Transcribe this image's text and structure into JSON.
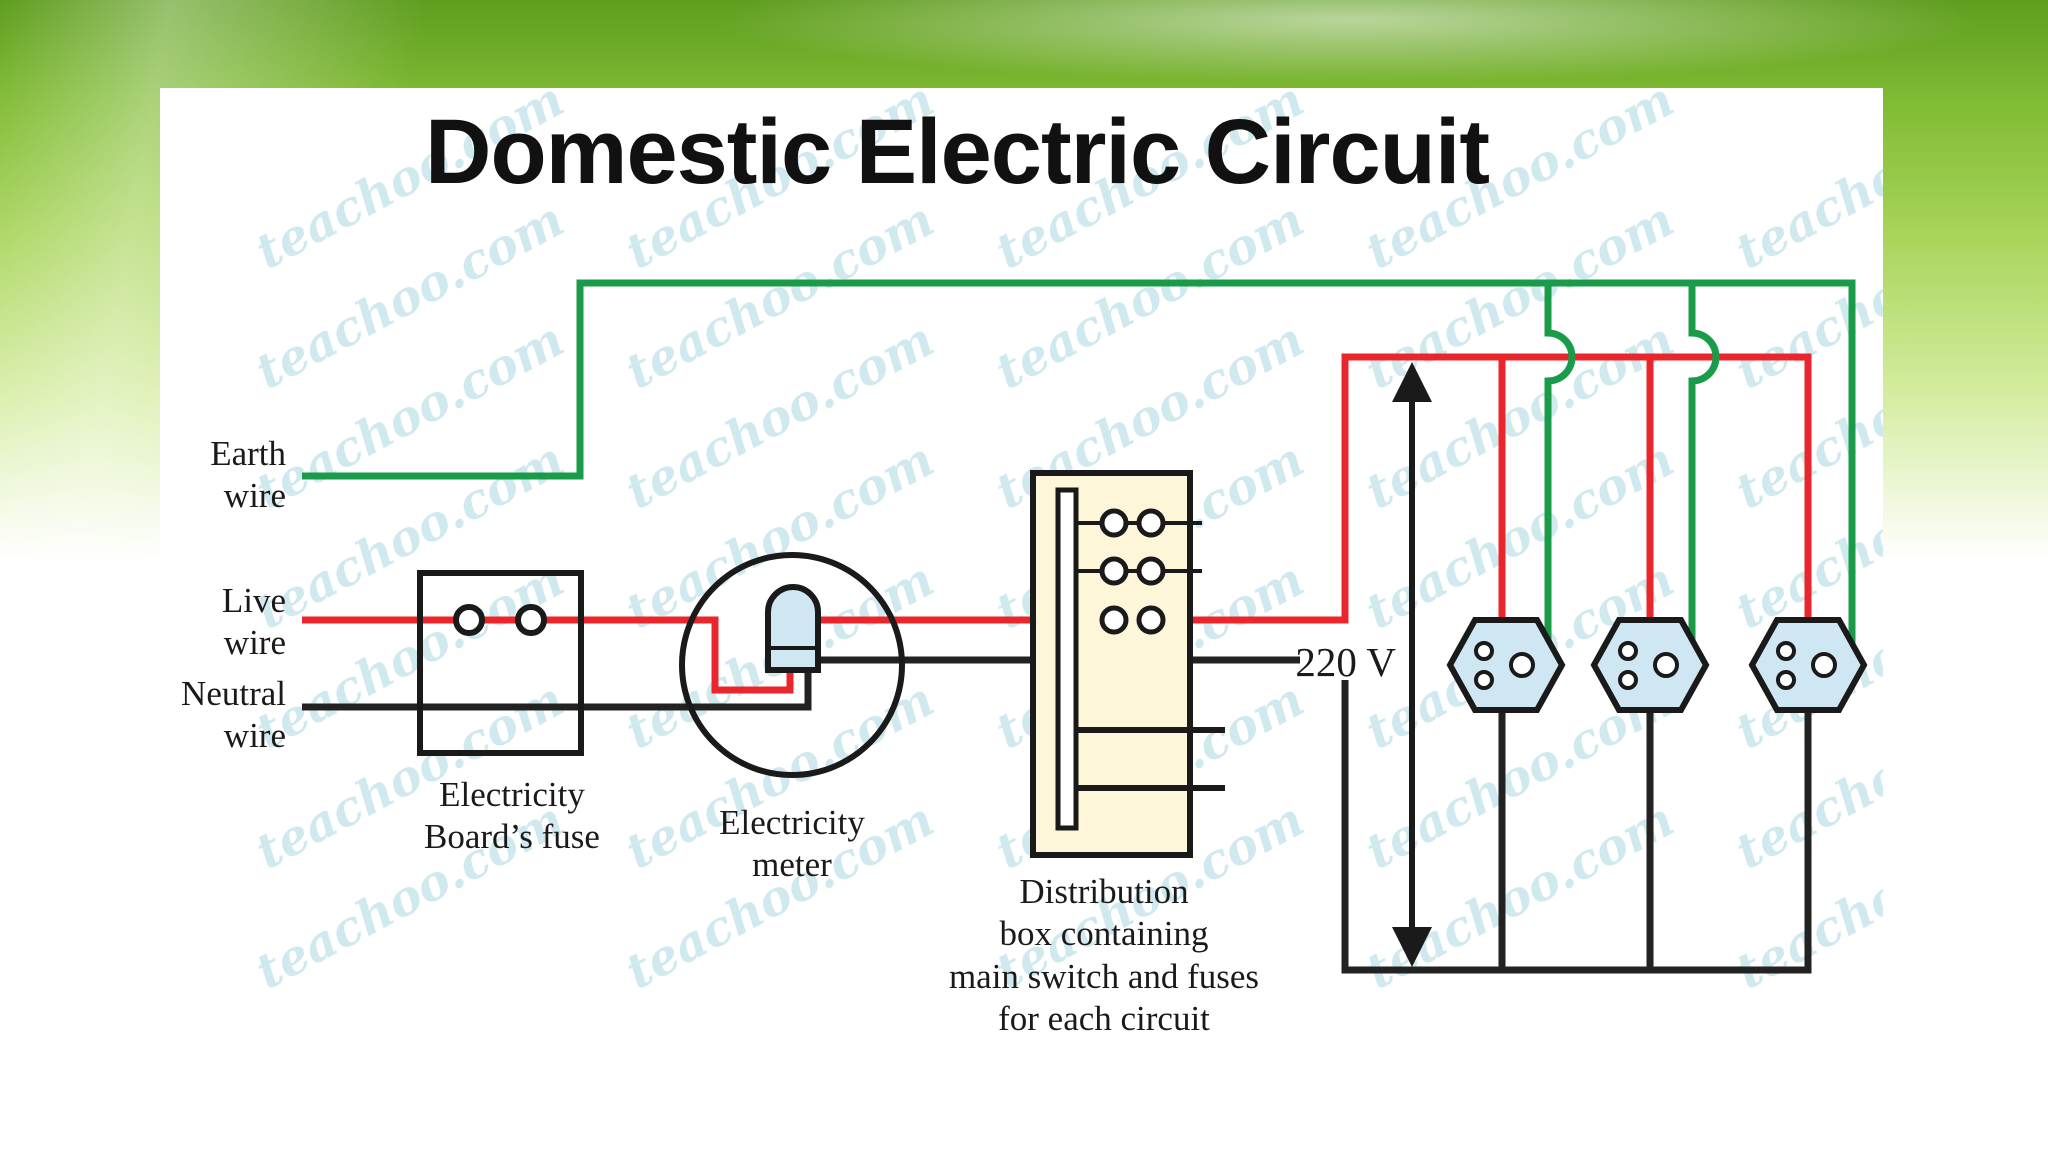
{
  "title": "Domestic Electric Circuit",
  "labels": {
    "earth_1": "Earth",
    "earth_2": "wire",
    "live_1": "Live",
    "live_2": "wire",
    "neutral_1": "Neutral",
    "neutral_2": "wire",
    "fuse_1": "Electricity",
    "fuse_2": "Board’s fuse",
    "meter_1": "Electricity",
    "meter_2": "meter",
    "dist_1": "Distribution",
    "dist_2": "box containing",
    "dist_3": "main switch and fuses",
    "dist_4": "for each circuit",
    "voltage": "220 V"
  },
  "watermark_text": "teachoo.com",
  "colors": {
    "earth_wire": "#1a9b4a",
    "live_wire": "#e8262b",
    "neutral_wire": "#222222",
    "socket_fill": "#cfe6f3",
    "distribution_box_fill": "#fdf6d8",
    "banner_green": "#7fbb33"
  }
}
